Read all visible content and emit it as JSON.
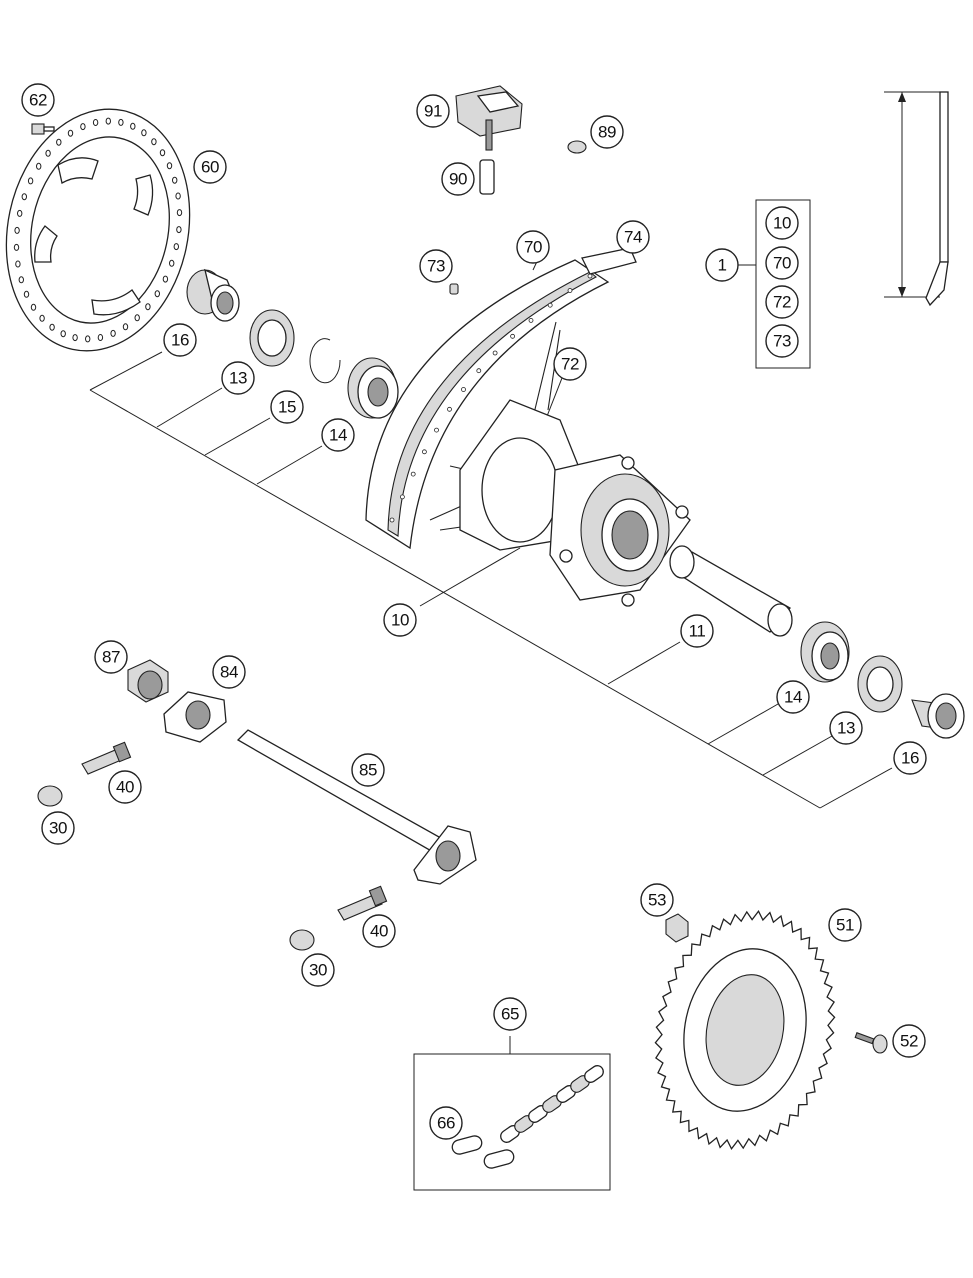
{
  "callouts": [
    {
      "id": "62",
      "label": "62"
    },
    {
      "id": "60",
      "label": "60"
    },
    {
      "id": "91",
      "label": "91"
    },
    {
      "id": "89",
      "label": "89"
    },
    {
      "id": "90",
      "label": "90"
    },
    {
      "id": "70",
      "label": "70"
    },
    {
      "id": "74",
      "label": "74"
    },
    {
      "id": "73",
      "label": "73"
    },
    {
      "id": "72",
      "label": "72"
    },
    {
      "id": "16a",
      "label": "16"
    },
    {
      "id": "13a",
      "label": "13"
    },
    {
      "id": "15",
      "label": "15"
    },
    {
      "id": "14a",
      "label": "14"
    },
    {
      "id": "10",
      "label": "10"
    },
    {
      "id": "11",
      "label": "11"
    },
    {
      "id": "14b",
      "label": "14"
    },
    {
      "id": "13b",
      "label": "13"
    },
    {
      "id": "16b",
      "label": "16"
    },
    {
      "id": "87",
      "label": "87"
    },
    {
      "id": "84",
      "label": "84"
    },
    {
      "id": "40a",
      "label": "40"
    },
    {
      "id": "30a",
      "label": "30"
    },
    {
      "id": "85",
      "label": "85"
    },
    {
      "id": "40b",
      "label": "40"
    },
    {
      "id": "30b",
      "label": "30"
    },
    {
      "id": "53",
      "label": "53"
    },
    {
      "id": "51",
      "label": "51"
    },
    {
      "id": "52",
      "label": "52"
    },
    {
      "id": "65",
      "label": "65"
    },
    {
      "id": "66",
      "label": "66"
    }
  ],
  "kit": {
    "label": "1",
    "items": [
      "10",
      "70",
      "72",
      "73"
    ]
  }
}
